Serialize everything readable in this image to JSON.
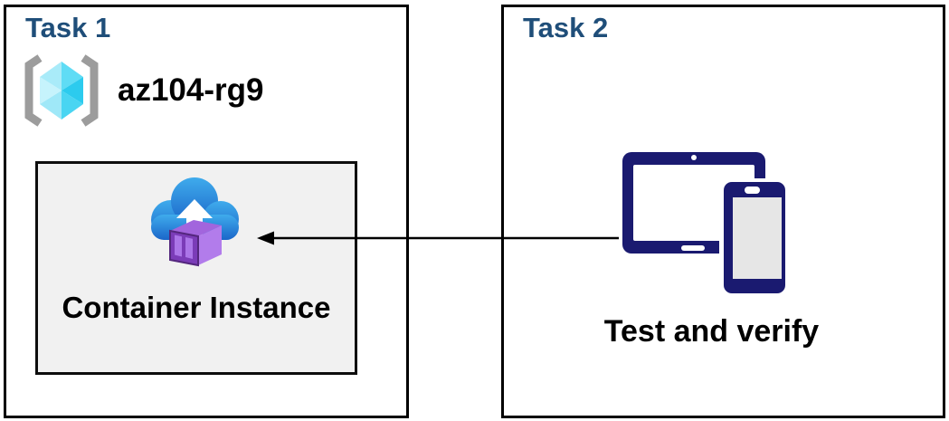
{
  "diagram": {
    "task1": {
      "title": "Task 1",
      "resource_group_name": "az104-rg9",
      "container_label": "Container Instance"
    },
    "task2": {
      "title": "Task 2",
      "label": "Test and verify"
    },
    "connector": {
      "description": "arrow from devices in Task 2 pointing left to Container Instance in Task 1"
    }
  },
  "icons": {
    "resource_group": "resource-group-icon",
    "container_instance": "container-instance-icon",
    "devices": "tablet-and-phone-icon",
    "connector": "left-arrow-connector"
  },
  "colors": {
    "background": "#FFFFFF",
    "task_title_blue": "#1F4E79",
    "box_border_black": "#000000",
    "container_box_fill": "#F1F1F1",
    "text_black": "#000000",
    "cloud_blue_top": "#3FABEC",
    "cloud_blue_bottom": "#1B66C9",
    "container_purple_front": "#7B3CB8",
    "container_purple_panel": "#AB75E8",
    "container_purple_side": "#B27CEB",
    "container_purple_top": "#A265DD",
    "container_purple_outline": "#54277E",
    "device_navy": "#1A1A70",
    "phone_screen_gray": "#E6E6E6",
    "bracket_gray": "#9C9C9C",
    "cube_cyan_lightest": "#C6F3FC",
    "cube_cyan_light": "#A9EBF9",
    "cube_cyan_medium": "#5FDCF5",
    "cube_cyan_dark": "#2CCBEE"
  }
}
